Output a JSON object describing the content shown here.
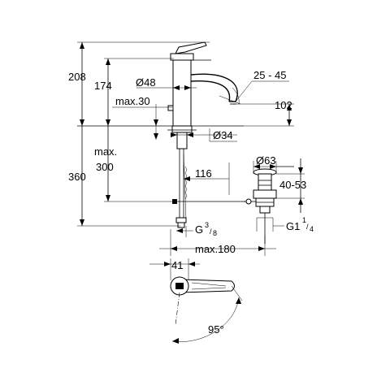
{
  "dimensions": {
    "total_height": "208",
    "spout_height": "174",
    "body_diameter": "Ø48",
    "spout_angle": "25 - 45",
    "max_thickness": "max.30",
    "spout_clearance": "102",
    "hole_diameter": "Ø34",
    "max_length": "max.",
    "max_length_value": "300",
    "hose_length": "360",
    "waste_offset": "116",
    "waste_diameter": "Ø63",
    "waste_range": "40-53",
    "connection_g": "G",
    "connection_g_num": "3",
    "connection_g_den": "8",
    "waste_g": "G1",
    "waste_g_num": "1",
    "waste_g_den": "4",
    "max_reach": "max.180",
    "handle_width": "41",
    "rotation_angle": "95°"
  }
}
